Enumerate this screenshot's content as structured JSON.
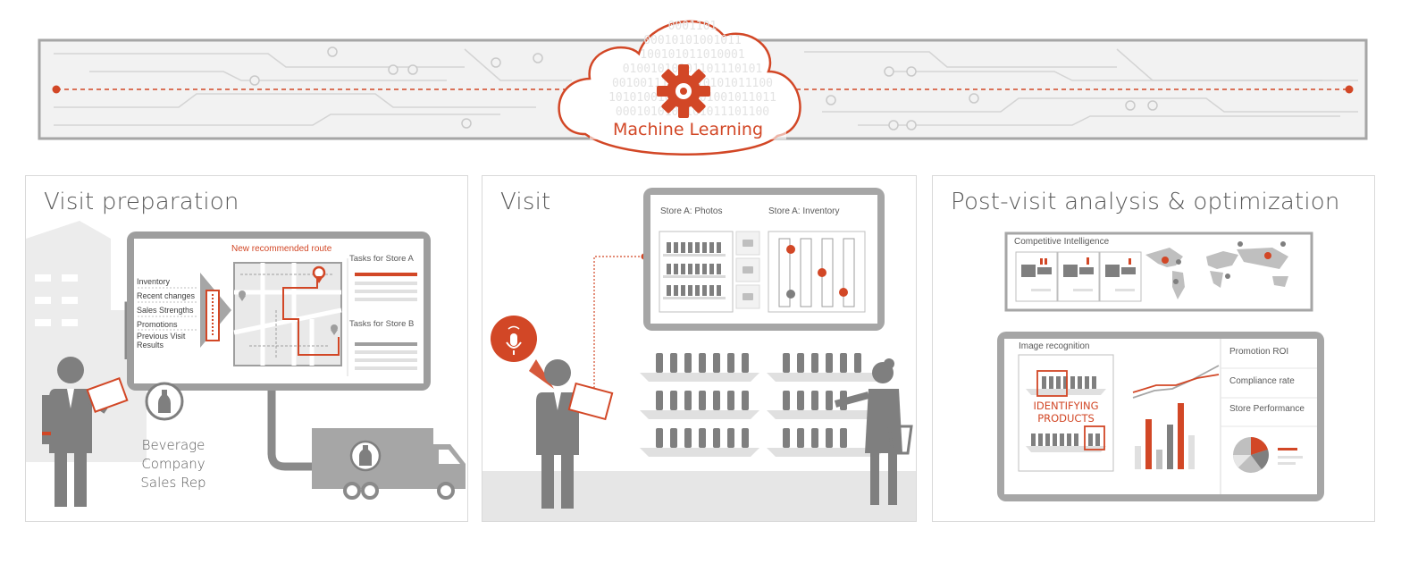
{
  "banner": {
    "cloud_label": "Machine Learning",
    "binary_lines": [
      "0001101",
      "00010101001011",
      "100101011010001",
      "01001010101101110101",
      "00100111010110101011100",
      "101010010101001001011011",
      "0001010100101011101100"
    ]
  },
  "panels": {
    "prep": {
      "title": "Visit preparation",
      "route_label": "New recommended route",
      "list_items": [
        "Inventory",
        "Recent changes",
        "Sales Strengths",
        "Promotions",
        "Previous Visit Results"
      ],
      "tasks_a": "Tasks for Store A",
      "tasks_b": "Tasks for Store B",
      "rep_label_lines": [
        "Beverage",
        "Company",
        "Sales Rep"
      ]
    },
    "visit": {
      "title": "Visit",
      "photos_label": "Store A: Photos",
      "inventory_label": "Store A: Inventory"
    },
    "post": {
      "title": "Post-visit analysis & optimization",
      "ci_label": "Competitive Intelligence",
      "ir_label": "Image recognition",
      "identifying_label": "IDENTIFYING PRODUCTS",
      "metrics": [
        "Promotion ROI",
        "Compliance rate",
        "Store Performance"
      ]
    }
  },
  "colors": {
    "accent": "#d24726",
    "gray": "#7f7f7f",
    "dark": "#595959",
    "light": "#e6e6e6"
  }
}
